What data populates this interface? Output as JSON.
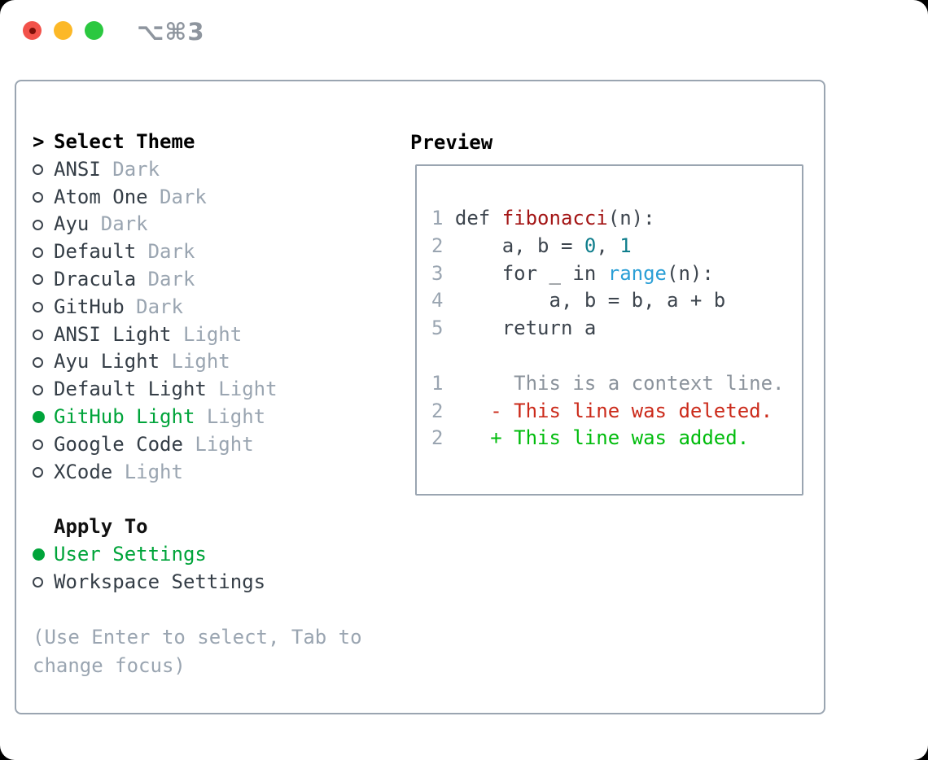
{
  "window": {
    "title": "⌥⌘3"
  },
  "theme_picker": {
    "header": "Select Theme",
    "cursor": ">",
    "items": [
      {
        "label": "ANSI",
        "variant": "Dark",
        "selected": false
      },
      {
        "label": "Atom One",
        "variant": "Dark",
        "selected": false
      },
      {
        "label": "Ayu",
        "variant": "Dark",
        "selected": false
      },
      {
        "label": "Default",
        "variant": "Dark",
        "selected": false
      },
      {
        "label": "Dracula",
        "variant": "Dark",
        "selected": false
      },
      {
        "label": "GitHub",
        "variant": "Dark",
        "selected": false
      },
      {
        "label": "ANSI Light",
        "variant": "Light",
        "selected": false
      },
      {
        "label": "Ayu Light",
        "variant": "Light",
        "selected": false
      },
      {
        "label": "Default Light",
        "variant": "Light",
        "selected": false
      },
      {
        "label": "GitHub Light",
        "variant": "Light",
        "selected": true
      },
      {
        "label": "Google Code",
        "variant": "Light",
        "selected": false
      },
      {
        "label": "XCode",
        "variant": "Light",
        "selected": false
      }
    ]
  },
  "apply_to": {
    "header": "Apply To",
    "options": [
      {
        "label": "User Settings",
        "selected": true
      },
      {
        "label": "Workspace Settings",
        "selected": false
      }
    ]
  },
  "hint": "(Use Enter to select, Tab to change focus)",
  "preview": {
    "header": "Preview",
    "lines": [
      {
        "segments": [
          {
            "text": "1 ",
            "style": "num"
          },
          {
            "text": "def ",
            "style": "code"
          },
          {
            "text": "fibonacci",
            "style": "fn"
          },
          {
            "text": "(n):",
            "style": "code"
          }
        ]
      },
      {
        "segments": [
          {
            "text": "2 ",
            "style": "num"
          },
          {
            "text": "    a, b = ",
            "style": "code"
          },
          {
            "text": "0",
            "style": "lit"
          },
          {
            "text": ", ",
            "style": "code"
          },
          {
            "text": "1",
            "style": "lit"
          }
        ]
      },
      {
        "segments": [
          {
            "text": "3 ",
            "style": "num"
          },
          {
            "text": "    for _ in ",
            "style": "code"
          },
          {
            "text": "range",
            "style": "call"
          },
          {
            "text": "(n):",
            "style": "code"
          }
        ]
      },
      {
        "segments": [
          {
            "text": "4 ",
            "style": "num"
          },
          {
            "text": "        a, b = b, a + b",
            "style": "code"
          }
        ]
      },
      {
        "segments": [
          {
            "text": "5 ",
            "style": "num"
          },
          {
            "text": "    return a",
            "style": "code"
          }
        ]
      },
      {
        "segments": []
      },
      {
        "segments": [
          {
            "text": "1 ",
            "style": "num"
          },
          {
            "text": "     This is a context line.",
            "style": "ctx"
          }
        ]
      },
      {
        "segments": [
          {
            "text": "2 ",
            "style": "num"
          },
          {
            "text": "   - This line was deleted.",
            "style": "del"
          }
        ]
      },
      {
        "segments": [
          {
            "text": "2 ",
            "style": "num"
          },
          {
            "text": "   + This line was added.",
            "style": "add"
          }
        ]
      }
    ]
  },
  "colors": {
    "selection_green": "#00a43a",
    "added_green": "#00bc0c",
    "deleted_red": "#cb2a1a",
    "function_red": "#a31515",
    "literal_teal": "#0f7e8c",
    "call_blue": "#2b9fd6",
    "muted_gray": "#9aa5b1",
    "panel_border": "#9aa5b1",
    "traffic_red": "#f2524a",
    "traffic_yellow": "#fcb827",
    "traffic_green": "#2bc840"
  }
}
